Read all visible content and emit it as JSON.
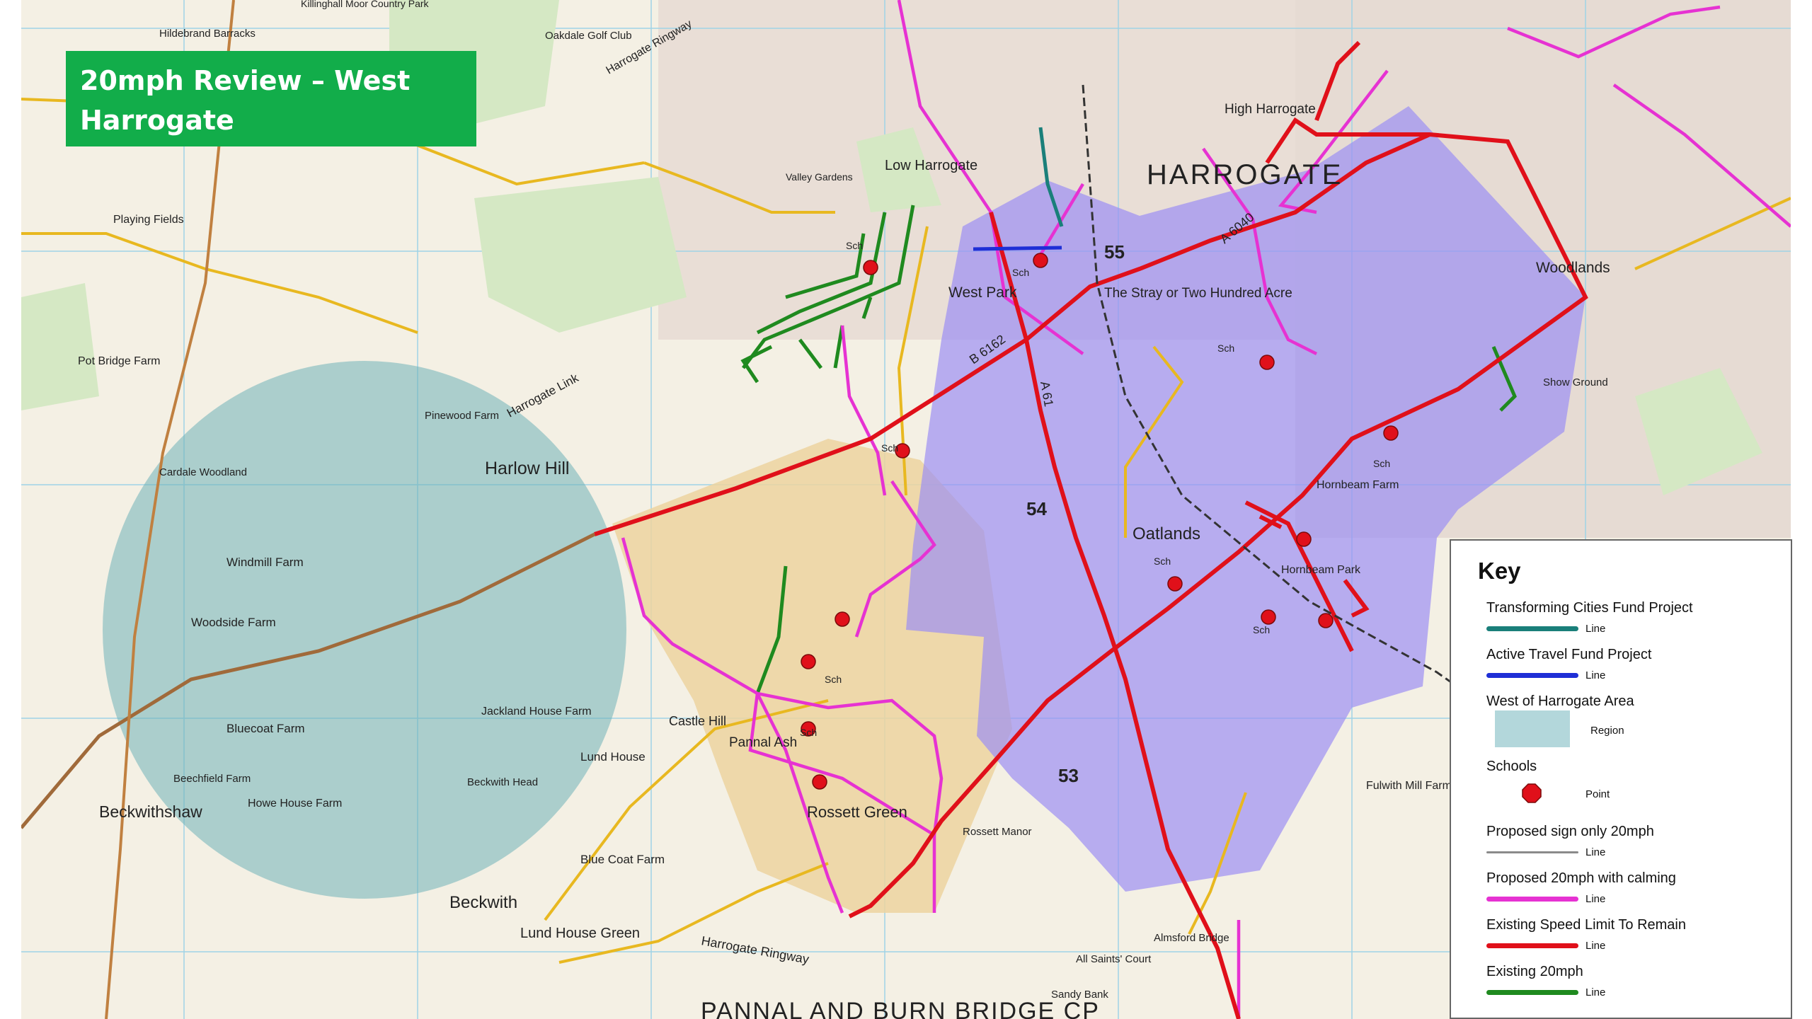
{
  "title": "20mph Review – West Harrogate",
  "key": {
    "title": "Key",
    "items": [
      {
        "label": "Transforming Cities Fund Project",
        "sub": "Line",
        "color": "#1a7f7a"
      },
      {
        "label": "Active Travel Fund Project",
        "sub": "Line",
        "color": "#1f2fd6"
      },
      {
        "label": "West of Harrogate Area",
        "sub": "Region",
        "color": "#b3d7db"
      },
      {
        "label": "Schools",
        "sub": "Point",
        "color": "#e0101a"
      },
      {
        "label": "Proposed sign only 20mph",
        "sub": "Line",
        "color": "#8a8a8a"
      },
      {
        "label": "Proposed 20mph with calming",
        "sub": "Line",
        "color": "#e632d2"
      },
      {
        "label": "Existing Speed Limit To Remain",
        "sub": "Line",
        "color": "#e0101a"
      },
      {
        "label": "Existing 20mph",
        "sub": "Line",
        "color": "#1f8a1f"
      }
    ]
  },
  "places": {
    "harrogate": "HARROGATE",
    "harlow_hill": "Harlow Hill",
    "oatlands": "Oatlands",
    "beckwithshaw": "Beckwithshaw",
    "beckwith": "Beckwith",
    "rossett_green": "Rossett Green",
    "pannal_ash": "Pannal Ash",
    "west_park": "West Park",
    "low_harrogate": "Low Harrogate",
    "high_harrogate": "High Harrogate",
    "woodlands": "Woodlands",
    "stray": "The Stray or Two Hundred Acre",
    "hornbeam_park": "Hornbeam Park",
    "hornbeam_farm": "Hornbeam Farm",
    "pannal_burn": "PANNAL AND BURN BRIDGE CP",
    "lund_house": "Lund House",
    "lund_house_green": "Lund House Green",
    "blue_coat_farm": "Blue Coat Farm",
    "bluecoat_farm": "Bluecoat Farm",
    "windmill_farm": "Windmill Farm",
    "woodside_farm": "Woodside Farm",
    "pinewood_farm": "Pinewood Farm",
    "cardale_woodland": "Cardale Woodland",
    "jackland_house_farm": "Jackland House Farm",
    "castle_hill": "Castle Hill",
    "harrogate_ringway": "Harrogate Ringway",
    "harrogate_link": "Harrogate Link",
    "oakdale_golf": "Oakdale Golf Club",
    "playing_fields": "Playing Fields",
    "valley_gardens": "Valley Gardens",
    "pot_bridge_farm": "Pot Bridge Farm",
    "beckwith_head": "Beckwith Head",
    "rossett_manor": "Rossett Manor",
    "fulwith_mill_farm": "Fulwith Mill Farm",
    "show_ground": "Show Ground",
    "almsford_bridge": "Almsford Bridge",
    "all_saints_court": "All Saints' Court",
    "sandy_bank": "Sandy Bank",
    "howe_house_farm": "Howe House Farm",
    "beechfield_farm": "Beechfield Farm",
    "hildebrand_barracks": "Hildebrand Barracks",
    "killinghall_moor": "Killinghall Moor Country Park",
    "rd_a61": "A 61",
    "rd_b6162": "B 6162",
    "rd_a6040": "A 6040",
    "sch": "Sch"
  },
  "zones": {
    "z53": "53",
    "z54": "54",
    "z55": "55"
  }
}
